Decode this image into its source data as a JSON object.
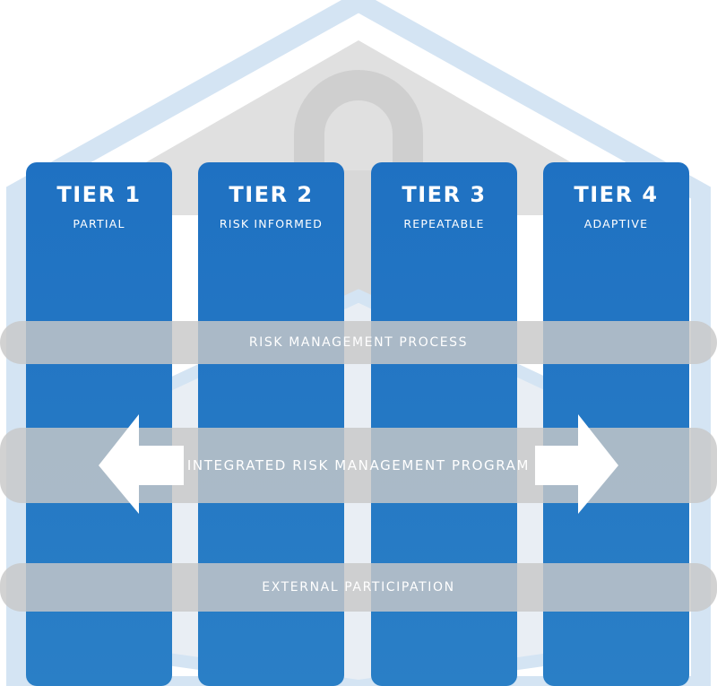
{
  "diagram": {
    "tiers": [
      {
        "title": "TIER 1",
        "subtitle": "PARTIAL"
      },
      {
        "title": "TIER 2",
        "subtitle": "RISK INFORMED"
      },
      {
        "title": "TIER 3",
        "subtitle": "REPEATABLE"
      },
      {
        "title": "TIER 4",
        "subtitle": "ADAPTIVE"
      }
    ],
    "bands": {
      "risk_process": "RISK MANAGEMENT PROCESS",
      "integrated_program": "INTEGRATED RISK MANAGEMENT PROGRAM",
      "external_participation": "EXTERNAL PARTICIPATION"
    }
  },
  "colors": {
    "tier_column": "#2176c4",
    "band_gray": "#c8c8c8",
    "house_outline": "#cfe0f1",
    "lock_gray": "#d6d6d6",
    "text": "#ffffff"
  },
  "icons": {
    "background": "house-with-padlock-icon",
    "arrows": "double-headed-arrow-icon"
  }
}
